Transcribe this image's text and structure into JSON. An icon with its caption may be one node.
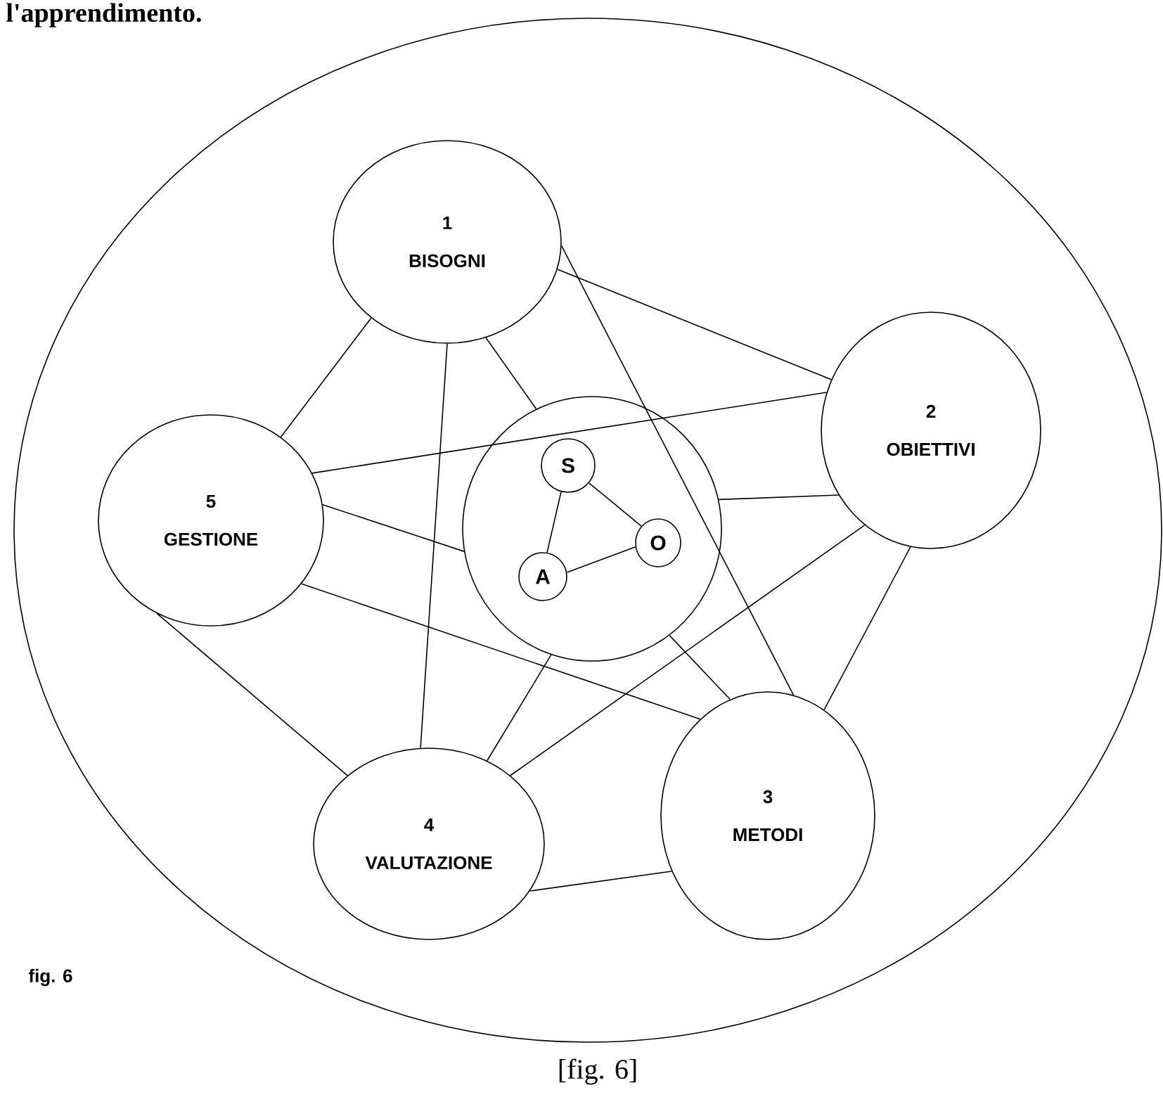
{
  "diagram": {
    "caption": "[fig. 6]",
    "nodes": [
      {
        "text": [],
        "shape": "circle"
      },
      {
        "text": [
          "1",
          "BISOGNI"
        ],
        "in": 0
      },
      {
        "text": [
          "2",
          "OBIETTIVI"
        ],
        "in": 0
      },
      {
        "text": [
          "3",
          "METODI"
        ],
        "in": 0
      },
      {
        "text": [
          "4",
          "VALUTAZIONE"
        ],
        "in": 0
      },
      {
        "text": [
          "5",
          "GESTIONE"
        ],
        "in": 0
      },
      {
        "text": [],
        "shape": "circle",
        "in": 0
      },
      {
        "text": [
          "S"
        ],
        "in": 6
      },
      {
        "text": [
          "O"
        ],
        "in": 6
      },
      {
        "text": [
          "A"
        ],
        "in": 6
      }
    ],
    "edges": [
      {
        "from": 1,
        "to": 2,
        "arrow": "none"
      },
      {
        "from": 2,
        "to": 3,
        "arrow": "none"
      },
      {
        "from": 3,
        "to": 4,
        "arrow": "none"
      },
      {
        "from": 4,
        "to": 5,
        "arrow": "none"
      },
      {
        "from": 5,
        "to": 1,
        "arrow": "none"
      },
      {
        "from": 1,
        "to": 6,
        "arrow": "none"
      },
      {
        "from": 2,
        "to": 6,
        "arrow": "none"
      },
      {
        "from": 3,
        "to": 6,
        "arrow": "none"
      },
      {
        "from": 4,
        "to": 6,
        "arrow": "none"
      },
      {
        "from": 5,
        "to": 6,
        "arrow": "none"
      },
      {
        "from": 1,
        "to": 3,
        "arrow": "none"
      },
      {
        "from": 1,
        "to": 4,
        "arrow": "none"
      },
      {
        "from": 2,
        "to": 5,
        "arrow": "none"
      },
      {
        "from": 2,
        "to": 4,
        "arrow": "none"
      },
      {
        "from": 5,
        "to": 3,
        "arrow": "none"
      },
      {
        "from": 7,
        "to": 8,
        "arrow": "none"
      },
      {
        "from": 7,
        "to": 9,
        "arrow": "none"
      },
      {
        "from": 9,
        "to": 8,
        "arrow": "none"
      }
    ],
    "labels": [
      "l'apprendimento.",
      "fig. 6"
    ]
  }
}
